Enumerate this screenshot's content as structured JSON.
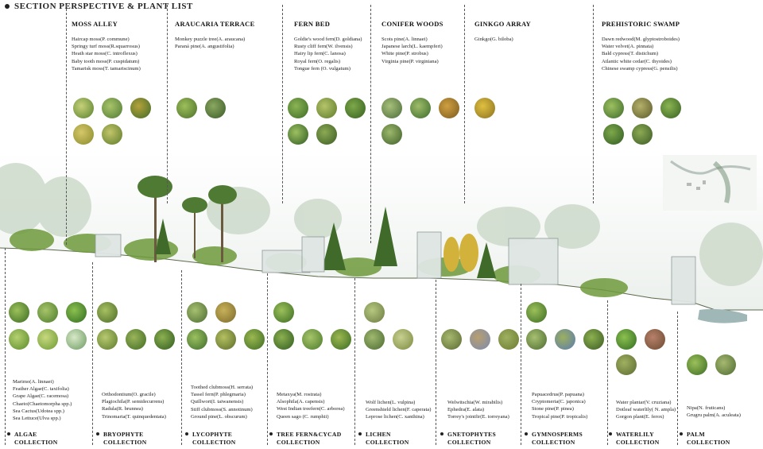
{
  "title": "SECTION PERSPECTIVE & PLANT LIST",
  "colors": {
    "foliage_dark": "#3f6a2a",
    "foliage_mid": "#6e9a3c",
    "foliage_light": "#a9c46a",
    "moss_yellow": "#b5a23a",
    "autumn": "#b8862a",
    "sky_mist": "#eef1ef",
    "glass": "#cfd8d6"
  },
  "top_zones": [
    {
      "name": "MOSS ALLEY",
      "plants": [
        "Haircap moss(P. commune)",
        "Springy turf moss(R.squarrosus)",
        "Heath star moss(C. introflexus)",
        "Baby tooth moss(P. cuspidatum)",
        "Tamarisk moss(T. tamariscinum)"
      ]
    },
    {
      "name": "ARAUCARIA TERRACE",
      "plants": [
        "Monkey puzzle tree(A. araucana)",
        "Paraná pine(A. angustifolia)"
      ]
    },
    {
      "name": "FERN BED",
      "plants": [
        "Goldie's wood fern(D. goldiana)",
        "Rusty cliff fern(W. ilvensis)",
        "Hairy lip fern(C. lanosa)",
        "Royal fern(O. regalis)",
        "Tongue fern (O. vulgatum)"
      ]
    },
    {
      "name": "CONIFER WOODS",
      "plants": [
        "Scots pine(A. linnaei)",
        "Japanese larch(L. kaempferi)",
        "White pine(P. strobus)",
        "Virginia pine(P. virginiana)"
      ]
    },
    {
      "name": "GINKGO ARRAY",
      "plants": [
        "Ginkgo(G. biloba)"
      ]
    },
    {
      "name": "PREHISTORIC SWAMP",
      "plants": [
        "Dawn redwood(M. glyptostroboides)",
        "Water velvet(A. pinnata)",
        "Bald cypress(T. distichum)",
        "Atlantic white cedar(C. thyoides)",
        "Chinese swamp cypress(G. pensilis)"
      ]
    }
  ],
  "bottom_collections": [
    {
      "name_line1": "ALGAE",
      "name_line2": "COLLECTION",
      "plants": [
        "Marimo(A. linnaei)",
        "Feather Algae(C. taxifolia)",
        "Grape Algae(C. racemosa)",
        "Chaeto(Chaetomorpha spp.)",
        "Sea Cactus(Udotea spp.)",
        "Sea Lettuce(Ulva spp.)"
      ]
    },
    {
      "name_line1": "BRYOPHYTE",
      "name_line2": "COLLECTION",
      "plants": [
        "Orthodontium(O. gracile)",
        "Plagiochila(P. semidecurrens)",
        "Radula(R. brunnea)",
        "Trinomaria(T. quinquedentata)"
      ]
    },
    {
      "name_line1": "LYCOPHYTE",
      "name_line2": "COLLECTION",
      "plants": [
        "Toothed clubmoss(H. serrata)",
        "Tassel fern(P. phlegmaria)",
        "Quillwort(I. taiwanensis)",
        "Stiff clubmoss(S. annotinum)",
        "Ground pine(L. obscurum)"
      ]
    },
    {
      "name_line1": "TREE FERN&CYCAD",
      "name_line2": "COLLECTION",
      "plants": [
        "Metaxya(M. rostrata)",
        "Alsophila(A. capensis)",
        "West Indian treefern(C. arborea)",
        "Queen sago (C. rumphii)"
      ]
    },
    {
      "name_line1": "LICHEN",
      "name_line2": "COLLECTION",
      "plants": [
        "Wolf lichen(L. vulpina)",
        "Greenshield lichen(F. caperata)",
        "Leprose lichen(C. xanthina)"
      ]
    },
    {
      "name_line1": "GNETOPHYTES",
      "name_line2": "COLLECTION",
      "plants": [
        "Welwitschia(W. mirabilis)",
        "Ephedra(E. alata)",
        "Torrey's jointfir(E. torreyana)"
      ]
    },
    {
      "name_line1": "GYMNOSPERMS",
      "name_line2": "COLLECTION",
      "plants": [
        "Papuacedrus(P. papuana)",
        "Cryptomeria(C. japonica)",
        "Stone pine(P. pinea)",
        "Tropical pine(P. tropicalis)"
      ]
    },
    {
      "name_line1": "WATERLILY",
      "name_line2": "COLLECTION",
      "plants": [
        "Water plantar(V. cruziana)",
        "Dotleaf waterlily(   N. ampla)",
        "Gorgon plant(E. ferox)"
      ]
    },
    {
      "name_line1": "PALM",
      "name_line2": "COLLECTION",
      "plants": [
        "Nipa(N. fruticans)",
        "Grugru palm(A. aculeata)"
      ]
    }
  ]
}
